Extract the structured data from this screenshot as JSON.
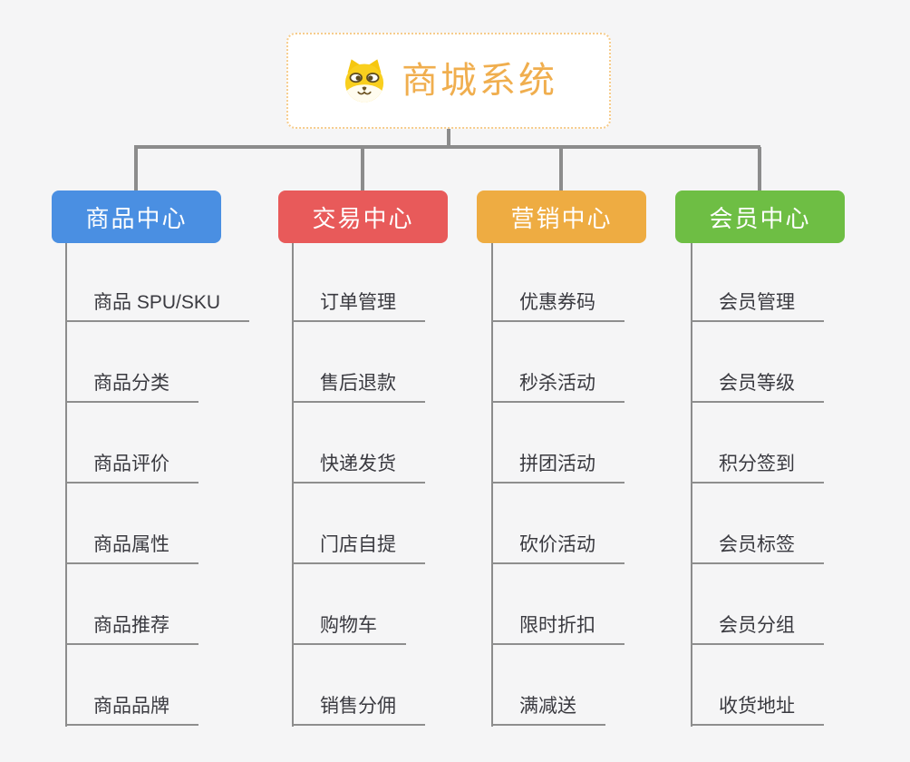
{
  "root": {
    "title": "商城系统",
    "icon": "shiba-dog-icon",
    "title_color": "#F0AE4E",
    "border_color": "#F6CC8C"
  },
  "branches": [
    {
      "label": "商品中心",
      "color": "#4A8FE2",
      "items": [
        "商品 SPU/SKU",
        "商品分类",
        "商品评价",
        "商品属性",
        "商品推荐",
        "商品品牌"
      ]
    },
    {
      "label": "交易中心",
      "color": "#E85A5A",
      "items": [
        "订单管理",
        "售后退款",
        "快递发货",
        "门店自提",
        "购物车",
        "销售分佣"
      ]
    },
    {
      "label": "营销中心",
      "color": "#EEAC42",
      "items": [
        "优惠券码",
        "秒杀活动",
        "拼团活动",
        "砍价活动",
        "限时折扣",
        "满减送"
      ]
    },
    {
      "label": "会员中心",
      "color": "#6EBE44",
      "items": [
        "会员管理",
        "会员等级",
        "积分签到",
        "会员标签",
        "会员分组",
        "收货地址"
      ]
    }
  ],
  "connector_color": "#8C8C8C",
  "background_color": "#F5F5F6",
  "item_text_color": "#3A3A40"
}
